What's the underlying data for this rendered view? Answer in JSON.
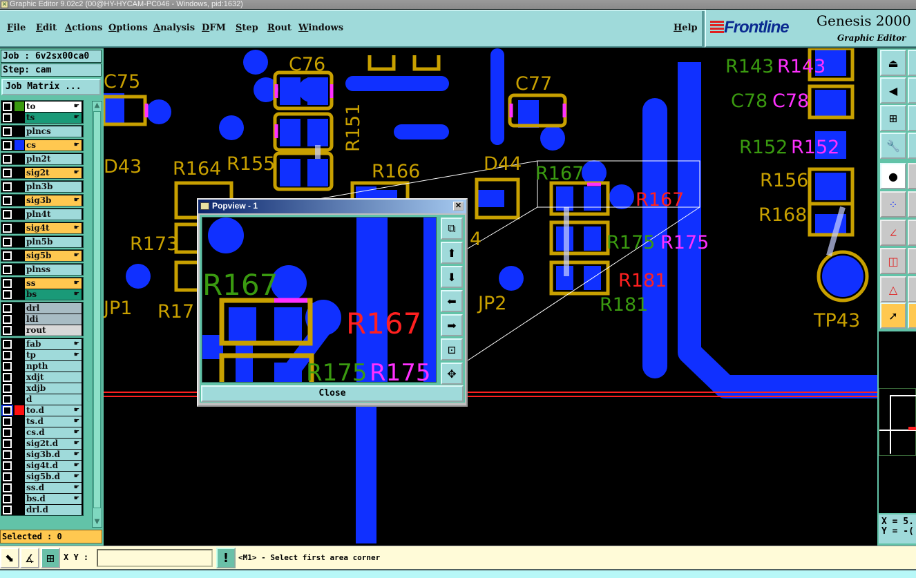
{
  "window": {
    "title": "Graphic Editor 9.02c2 (00@HY-HYCAM-PC046 - Windows, pid:1632)"
  },
  "menu": {
    "items": [
      "File",
      "Edit",
      "Actions",
      "Options",
      "Analysis",
      "DFM",
      "Step",
      "Rout",
      "Windows"
    ],
    "help": "Help"
  },
  "brand": {
    "logo": "Frontline",
    "product": "Genesis 2000",
    "subtitle": "Graphic Editor"
  },
  "job": {
    "job_label": "Job :  6v2sx00ca0",
    "step_label": "Step: cam",
    "matrix_button": "Job Matrix ..."
  },
  "layers": [
    {
      "name": "to",
      "color": "#ffffff",
      "swatch": "#3a9a10",
      "hand": true,
      "group": 1
    },
    {
      "name": "ts",
      "color": "#1a9a78",
      "hand": true,
      "group": 1
    },
    {
      "name": "plncs",
      "color": "#9fdada",
      "group": 2
    },
    {
      "name": "cs",
      "color": "#ffc850",
      "swatch": "#1030ff",
      "hand": true,
      "group": 3
    },
    {
      "name": "pln2t",
      "color": "#9fdada",
      "group": 4
    },
    {
      "name": "sig2t",
      "color": "#ffc850",
      "hand": true,
      "group": 5
    },
    {
      "name": "pln3b",
      "color": "#9fdada",
      "group": 6
    },
    {
      "name": "sig3b",
      "color": "#ffc850",
      "hand": true,
      "group": 7
    },
    {
      "name": "pln4t",
      "color": "#9fdada",
      "group": 8
    },
    {
      "name": "sig4t",
      "color": "#ffc850",
      "hand": true,
      "group": 9
    },
    {
      "name": "pln5b",
      "color": "#9fdada",
      "group": 10
    },
    {
      "name": "sig5b",
      "color": "#ffc850",
      "hand": true,
      "group": 11
    },
    {
      "name": "plnss",
      "color": "#9fdada",
      "group": 12
    },
    {
      "name": "ss",
      "color": "#ffc850",
      "hand": true,
      "group": 13
    },
    {
      "name": "bs",
      "color": "#1a9a78",
      "hand": true,
      "group": 13
    },
    {
      "name": "drl",
      "color": "#a8bcc4",
      "group": 14
    },
    {
      "name": "ldi",
      "color": "#a8bcc4",
      "group": 14
    },
    {
      "name": "rout",
      "color": "#d8d8d8",
      "group": 14
    },
    {
      "name": "fab",
      "color": "#9fdada",
      "hand": true,
      "group": 15
    },
    {
      "name": "tp",
      "color": "#9fdada",
      "hand": true,
      "group": 15
    },
    {
      "name": "npth",
      "color": "#9fdada",
      "group": 15
    },
    {
      "name": "xdjt",
      "color": "#9fdada",
      "group": 15
    },
    {
      "name": "xdjb",
      "color": "#9fdada",
      "group": 15
    },
    {
      "name": "d",
      "color": "#9fdada",
      "group": 15
    },
    {
      "name": "to.d",
      "color": "#9fdada",
      "swatch": "#ff1010",
      "hand": true,
      "selected": true,
      "group": 15
    },
    {
      "name": "ts.d",
      "color": "#9fdada",
      "hand": true,
      "group": 15
    },
    {
      "name": "cs.d",
      "color": "#9fdada",
      "hand": true,
      "group": 15
    },
    {
      "name": "sig2t.d",
      "color": "#9fdada",
      "hand": true,
      "group": 15
    },
    {
      "name": "sig3b.d",
      "color": "#9fdada",
      "hand": true,
      "group": 15
    },
    {
      "name": "sig4t.d",
      "color": "#9fdada",
      "hand": true,
      "group": 15
    },
    {
      "name": "sig5b.d",
      "color": "#9fdada",
      "hand": true,
      "group": 15
    },
    {
      "name": "ss.d",
      "color": "#9fdada",
      "hand": true,
      "group": 15
    },
    {
      "name": "bs.d",
      "color": "#9fdada",
      "hand": true,
      "group": 15
    },
    {
      "name": "drl.d",
      "color": "#9fdada",
      "group": 15
    }
  ],
  "selected_label": "Selected : 0",
  "canvas_labels": {
    "c75": "C75",
    "c76": "C76",
    "c77": "C77",
    "r151": "R151",
    "d43": "D43",
    "r164": "R164",
    "r155": "R155",
    "r166": "R166",
    "d44": "D44",
    "r167g": "R167",
    "r167r": "R167",
    "r173": "R173",
    "r17": "R17",
    "jp1": "JP1",
    "jp2": "JP2",
    "r175g": "R175",
    "r175m": "R175",
    "r181r": "R181",
    "r181g": "R181",
    "r143g": "R143",
    "r143m": "R143",
    "c78g": "C78",
    "c78m": "C78",
    "r152g": "R152",
    "r152m": "R152",
    "r156": "R156",
    "r168": "R168",
    "tp43": "TP43",
    "d4": "4"
  },
  "popview": {
    "title": "Popview - 1",
    "close_button": "Close",
    "labels": {
      "r167g": "R167",
      "r167r": "R167",
      "r175g": "R175",
      "r175m": "R175"
    }
  },
  "coords": {
    "x": "X = 5.",
    "y": "Y = -("
  },
  "status": {
    "xy_label": "X Y :",
    "xy_value": "",
    "message": "<M1> - Select first area corner"
  },
  "colors": {
    "panel": "#9fdada",
    "accent": "#ffc850",
    "copper": "#1030ff",
    "silk": "#c8a000"
  }
}
